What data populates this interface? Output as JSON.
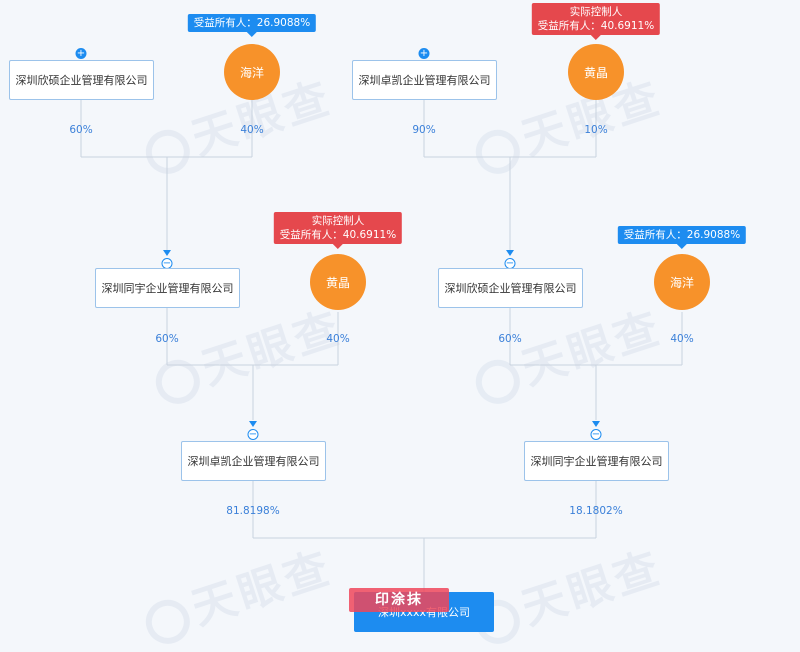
{
  "watermark": "天眼查",
  "companies": {
    "top_left": "深圳欣硕企业管理有限公司",
    "top_right": "深圳卓凯企业管理有限公司",
    "mid_left": "深圳同宇企业管理有限公司",
    "mid_right": "深圳欣硕企业管理有限公司",
    "low_left": "深圳卓凯企业管理有限公司",
    "low_right": "深圳同宇企业管理有限公司",
    "target": "深圳xxxx有限公司"
  },
  "persons": {
    "top_left": "海洋",
    "top_right": "黄晶",
    "mid_left": "黄晶",
    "mid_right": "海洋"
  },
  "tags": {
    "top_left": {
      "line1": "受益所有人：26.9088%"
    },
    "top_right": {
      "line1": "实际控制人",
      "line2": "受益所有人：40.6911%"
    },
    "mid_left": {
      "line1": "实际控制人",
      "line2": "受益所有人：40.6911%"
    },
    "mid_right": {
      "line1": "受益所有人：26.9088%"
    }
  },
  "percentages": {
    "r1_a": "60%",
    "r1_b": "40%",
    "r1_c": "90%",
    "r1_d": "10%",
    "r2_a": "60%",
    "r2_b": "40%",
    "r2_c": "60%",
    "r2_d": "40%",
    "r3_a": "81.8198%",
    "r3_b": "18.1802%"
  },
  "toggles": {
    "plus": "+",
    "minus": "−"
  },
  "stamp_text": "印涂抹",
  "colors": {
    "accent": "#1d8cf0",
    "person": "#f7922a",
    "red_tag": "#e5484d"
  }
}
